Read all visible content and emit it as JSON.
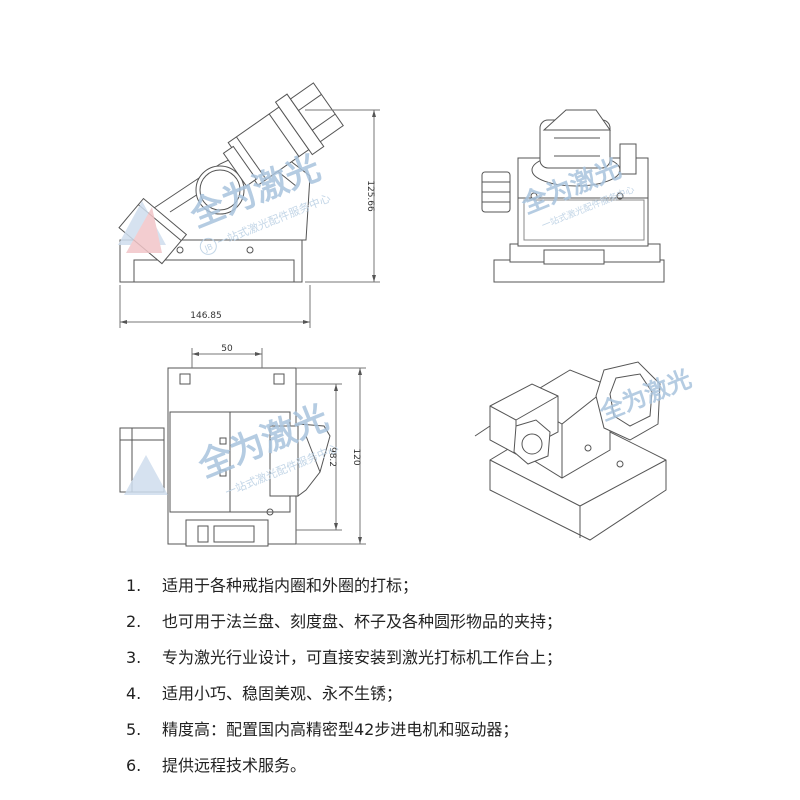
{
  "drawings": {
    "front_view": {
      "width_label": "146.85",
      "height_label": "125.66"
    },
    "top_view": {
      "top_label": "50",
      "inner_height_label": "98.2",
      "outer_height_label": "120"
    }
  },
  "watermark": {
    "brand": "全为激光",
    "tagline": "一站式激光配件服务中心",
    "badge": "JB",
    "logo_name": "company-logo-watermark"
  },
  "features": [
    {
      "num": "1.",
      "text": "适用于各种戒指内圈和外圈的打标；"
    },
    {
      "num": "2.",
      "text": "也可用于法兰盘、刻度盘、杯子及各种圆形物品的夹持；"
    },
    {
      "num": "3.",
      "text": "专为激光行业设计，可直接安装到激光打标机工作台上；"
    },
    {
      "num": "4.",
      "text": "适用小巧、稳固美观、永不生锈；"
    },
    {
      "num": "5.",
      "text": "精度高：配置国内高精密型42步进电机和驱动器；"
    },
    {
      "num": "6.",
      "text": "提供远程技术服务。"
    }
  ]
}
